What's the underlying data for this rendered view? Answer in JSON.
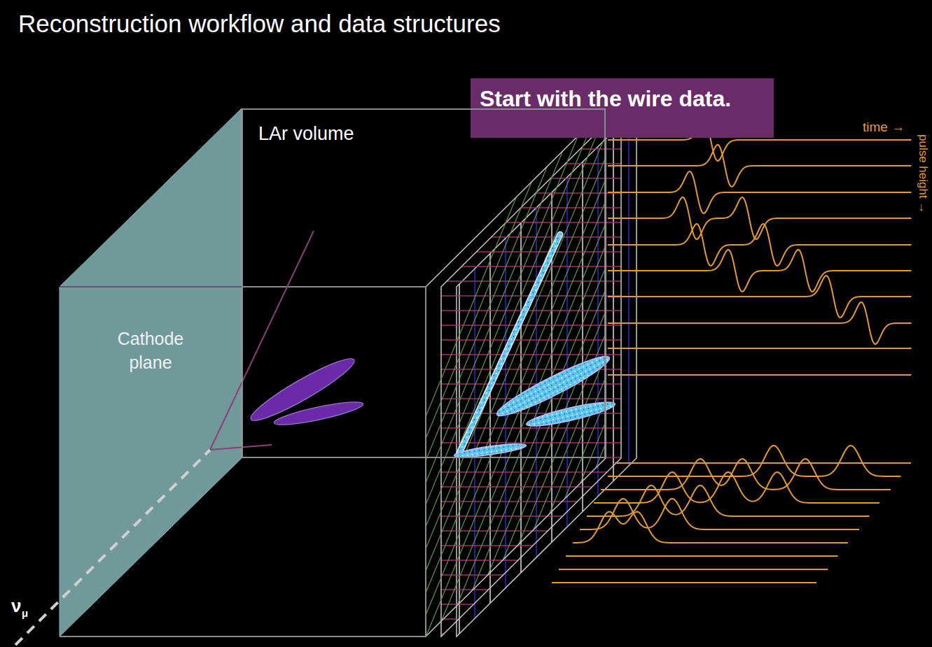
{
  "diagram": {
    "title": "Reconstruction workflow and data structures",
    "nodes": [
      {
        "text": [
          "Start with the wire data."
        ]
      },
      {
        "text": [
          "LAr volume"
        ]
      },
      {
        "text": [
          "Cathode plane"
        ]
      }
    ],
    "labels": [
      "time →",
      "pulse height →",
      "ν",
      "μ"
    ]
  }
}
